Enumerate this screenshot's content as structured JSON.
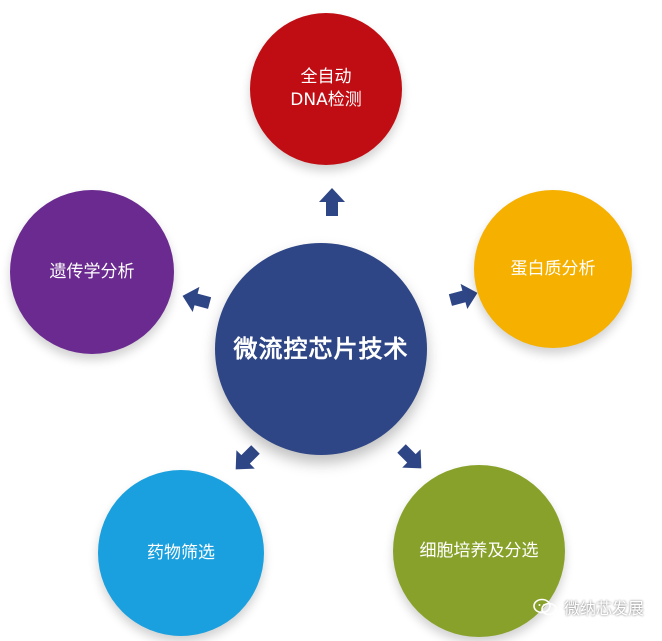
{
  "diagram": {
    "center": {
      "label": "微流控芯片技术",
      "color": "#2f4686"
    },
    "nodes": [
      {
        "id": "dna",
        "label": "全自动\nDNA检测",
        "color": "#c00d13"
      },
      {
        "id": "protein",
        "label": "蛋白质分析",
        "color": "#f5b000"
      },
      {
        "id": "genetic",
        "label": "遗传学分析",
        "color": "#6a2a8f"
      },
      {
        "id": "drug",
        "label": "药物筛选",
        "color": "#1aa0de"
      },
      {
        "id": "cell",
        "label": "细胞培养及分选",
        "color": "#88a12b"
      }
    ],
    "arrow_color": "#2f4686"
  },
  "watermark": {
    "text": "微纳芯发展",
    "icon": "wechat-icon"
  }
}
